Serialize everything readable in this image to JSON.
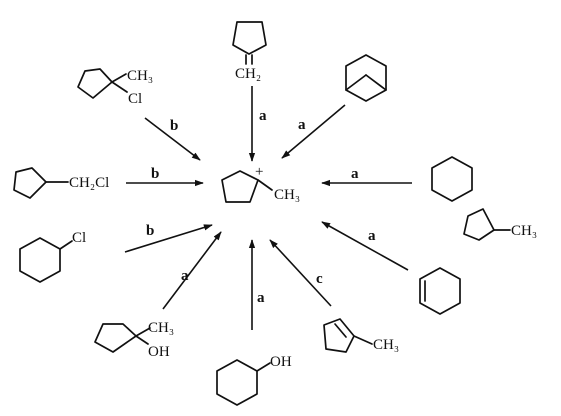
{
  "product": {
    "plus": "+",
    "substituent": "CH₃"
  },
  "conditions": {
    "a": "a",
    "b": "b",
    "c": "c"
  },
  "reactants": {
    "methylenecyclopentane": {
      "label": "CH₂"
    },
    "chloromethylcyclopentane_tertiary": {
      "methyl": "CH₃",
      "chloro": "Cl"
    },
    "cyclopentylmethyl_chloride": {
      "label": "CH₂Cl"
    },
    "cyclohexyl_chloride": {
      "label": "Cl"
    },
    "methylcyclopentanol": {
      "methyl": "CH₃",
      "hydroxyl": "OH"
    },
    "cyclohexanol": {
      "label": "OH"
    },
    "methylcyclopentene": {
      "label": "CH₃"
    },
    "methylcyclopentane": {
      "label": "CH₃"
    }
  }
}
